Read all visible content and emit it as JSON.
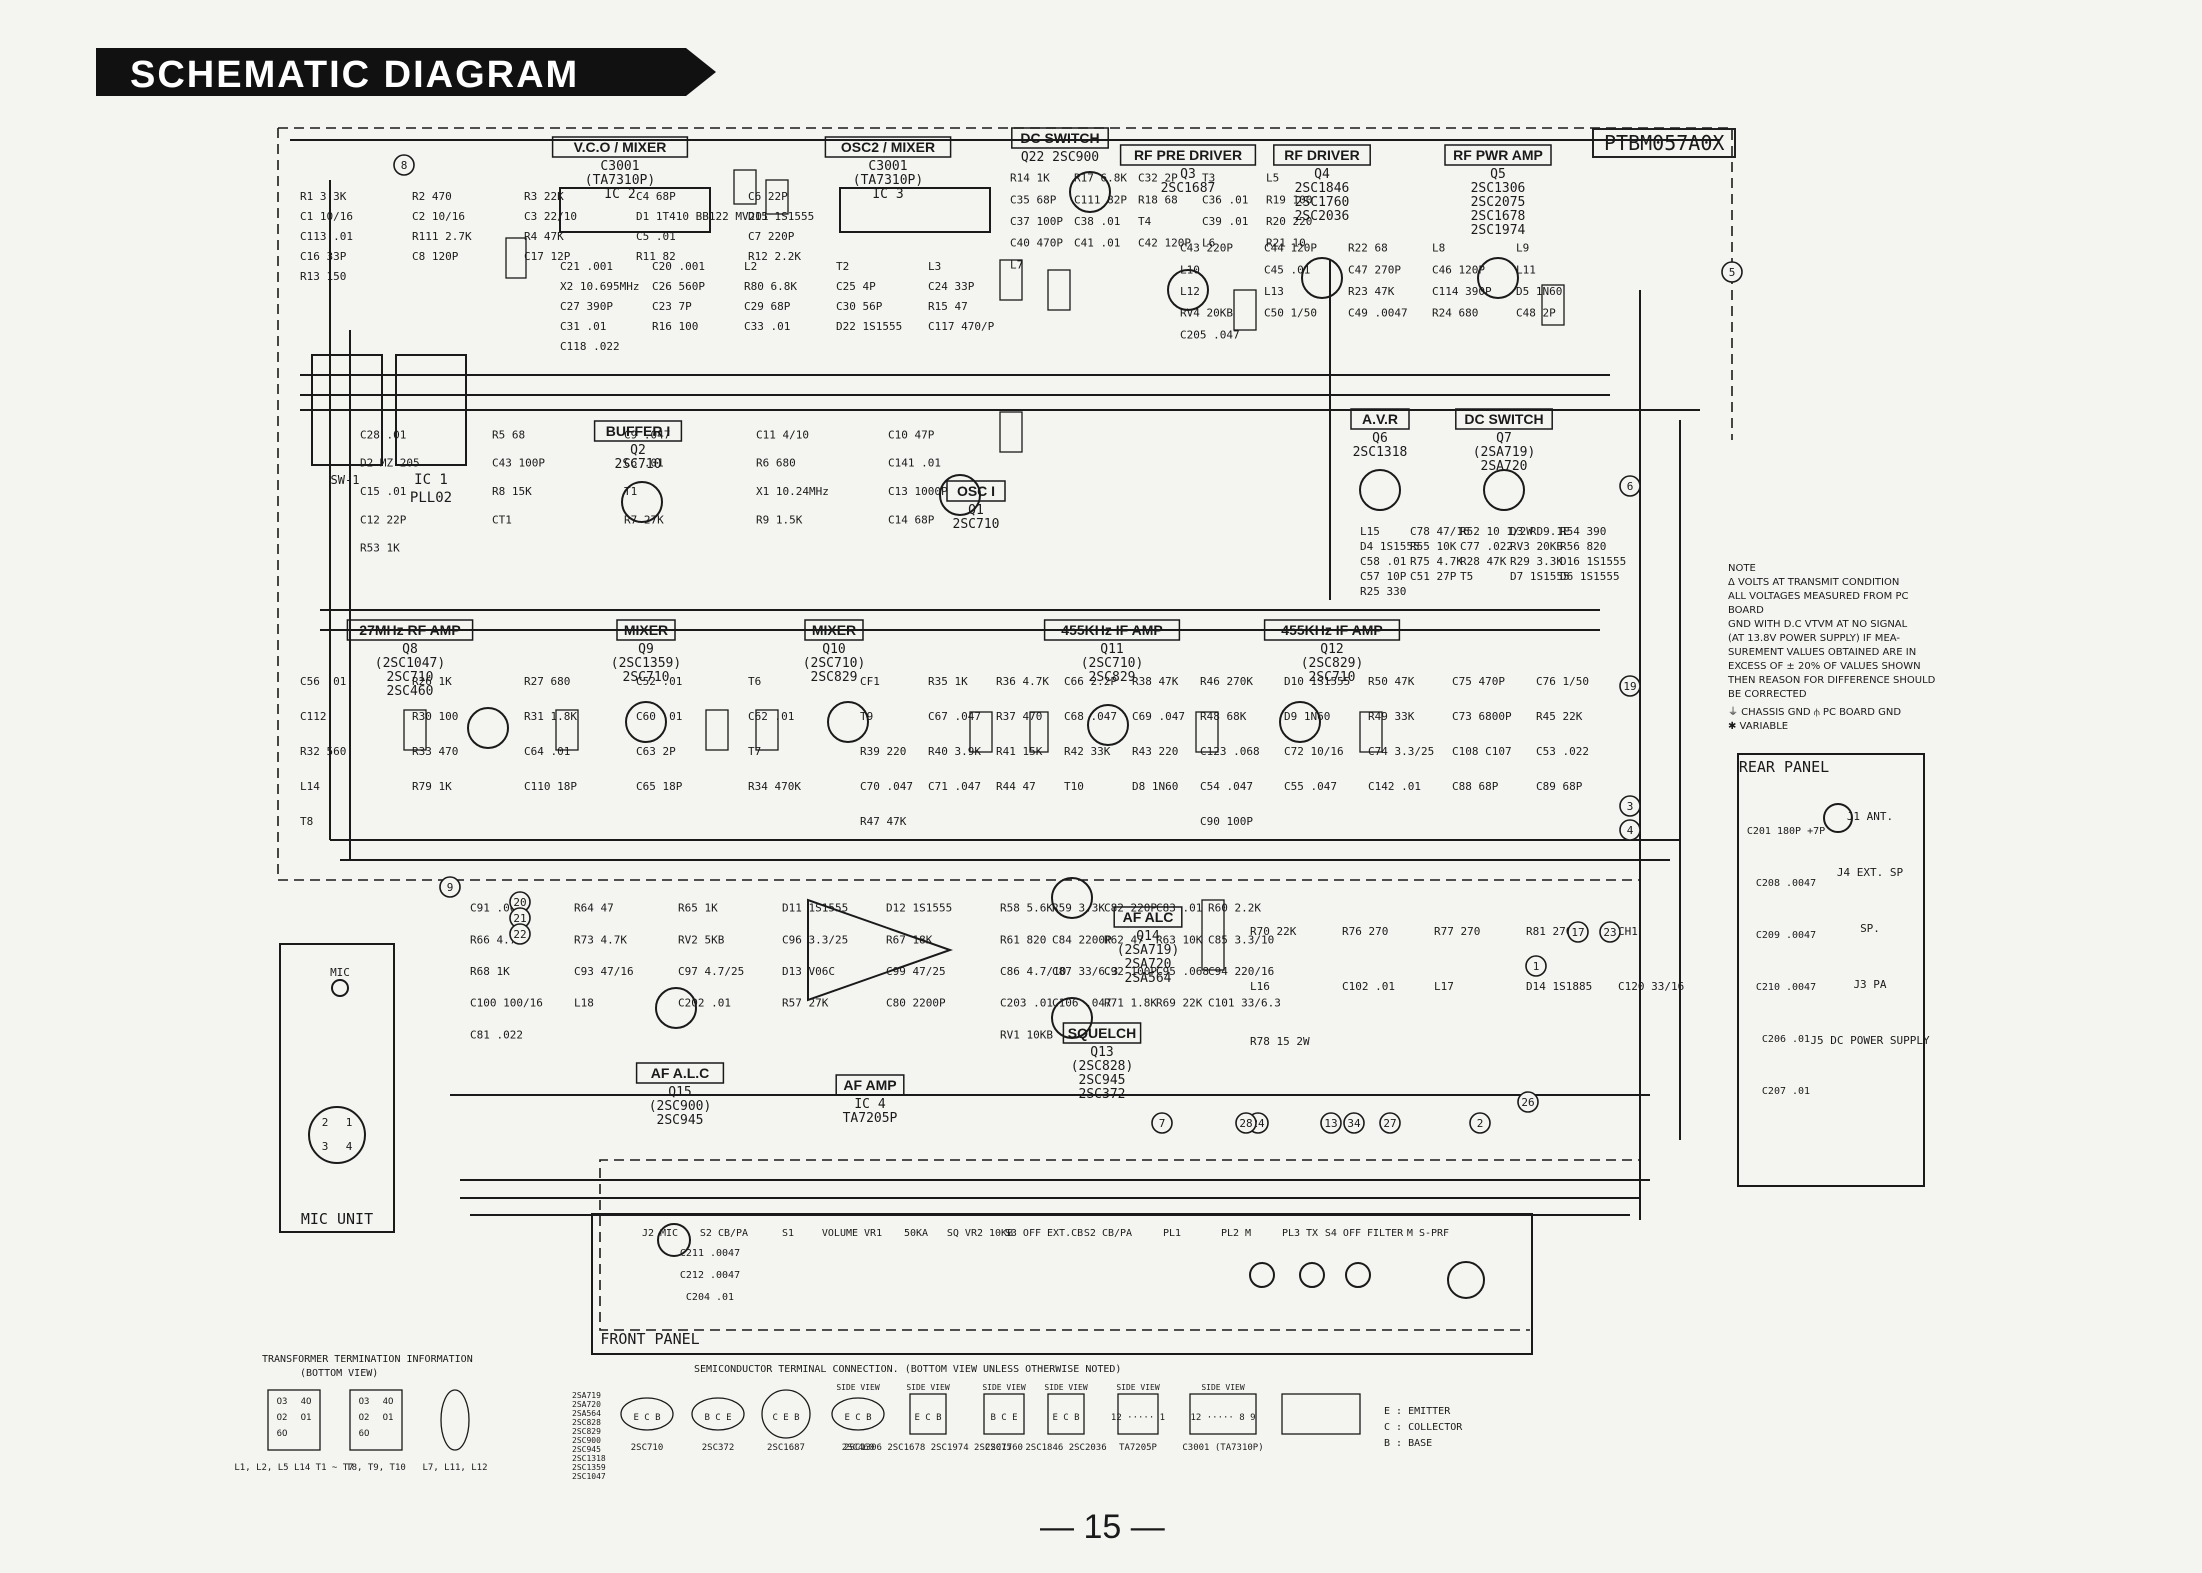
{
  "title": "SCHEMATIC DIAGRAM",
  "model": "PTBM057A0X",
  "page_number": "— 15 —",
  "blocks": [
    {
      "title": "V.C.O / MIXER",
      "parts": [
        "C3001",
        "(TA7310P)",
        "IC 2"
      ]
    },
    {
      "title": "OSC2 / MIXER",
      "parts": [
        "C3001",
        "(TA7310P)",
        "IC 3"
      ]
    },
    {
      "title": "DC SWITCH",
      "parts": [
        "Q22 2SC900"
      ]
    },
    {
      "title": "RF PRE DRIVER",
      "parts": [
        "Q3",
        "2SC1687"
      ]
    },
    {
      "title": "RF DRIVER",
      "parts": [
        "Q4",
        "2SC1846",
        "2SC1760",
        "2SC2036"
      ]
    },
    {
      "title": "RF PWR AMP",
      "parts": [
        "Q5",
        "2SC1306",
        "2SC2075",
        "2SC1678",
        "2SC1974"
      ]
    },
    {
      "title": "BUFFER I",
      "parts": [
        "Q2",
        "2SC710"
      ]
    },
    {
      "title": "OSC I",
      "parts": [
        "Q1",
        "2SC710"
      ]
    },
    {
      "title": "A.V.R",
      "parts": [
        "Q6",
        "2SC1318"
      ]
    },
    {
      "title": "DC SWITCH",
      "parts": [
        "Q7",
        "(2SA719)",
        "2SA720"
      ]
    },
    {
      "title": "27MHz RF AMP",
      "parts": [
        "Q8",
        "(2SC1047)",
        "2SC710",
        "2SC460"
      ]
    },
    {
      "title": "MIXER",
      "parts": [
        "Q9",
        "(2SC1359)",
        "2SC710"
      ]
    },
    {
      "title": "MIXER",
      "parts": [
        "Q10",
        "(2SC710)",
        "2SC829"
      ]
    },
    {
      "title": "455KHz IF AMP",
      "parts": [
        "Q11",
        "(2SC710)",
        "2SC829"
      ]
    },
    {
      "title": "455KHz IF AMP",
      "parts": [
        "Q12",
        "(2SC829)",
        "2SC710"
      ]
    },
    {
      "title": "AF ALC",
      "parts": [
        "Q14",
        "(2SA719)",
        "2SA720",
        "2SA564"
      ]
    },
    {
      "title": "AF A.L.C",
      "parts": [
        "Q15",
        "(2SC900)",
        "2SC945"
      ]
    },
    {
      "title": "AF AMP",
      "parts": [
        "IC 4",
        "TA7205P"
      ]
    },
    {
      "title": "SQUELCH",
      "parts": [
        "Q13",
        "(2SC828)",
        "2SC945",
        "2SC372"
      ]
    }
  ],
  "ic1": {
    "name": "IC 1",
    "part": "PLL02",
    "switch": "SW-1"
  },
  "note": {
    "heading": "NOTE",
    "lines": [
      "Δ VOLTS AT TRANSMIT CONDITION",
      "ALL VOLTAGES MEASURED FROM PC BOARD",
      "GND WITH D.C VTVM AT NO SIGNAL",
      "(AT 13.8V POWER SUPPLY) IF MEA-",
      "SUREMENT VALUES OBTAINED ARE IN",
      "EXCESS OF ± 20% OF VALUES SHOWN",
      "THEN REASON FOR DIFFERENCE SHOULD",
      "BE CORRECTED"
    ],
    "legend": [
      "⏚ CHASSIS GND   ⫛ PC BOARD GND",
      "✱ VARIABLE"
    ]
  },
  "panels": {
    "rear": {
      "title": "REAR PANEL",
      "items": [
        "J1 ANT.",
        "J4 EXT. SP",
        "SP.",
        "J3 PA",
        "J5 DC POWER SUPPLY"
      ],
      "caps": [
        "C201 180P +7P",
        "C208 .0047",
        "C209 .0047",
        "C210 .0047",
        "C206 .01",
        "C207 .01"
      ]
    },
    "front": {
      "title": "FRONT PANEL",
      "items": [
        "J2 MIC",
        "S2 CB/PA",
        "S1",
        "VOLUME VR1",
        "50KA",
        "SQ VR2 10KB",
        "S3 OFF EXT.CB",
        "S2 CB/PA",
        "PL1",
        "PL2 M",
        "PL3 TX",
        "S4 OFF FILTER",
        "M S-PRF"
      ],
      "caps": [
        "C211 .0047",
        "C212 .0047",
        "C204 .01"
      ]
    },
    "mic": {
      "title": "MIC UNIT",
      "label": "MIC",
      "pins": [
        "1",
        "2",
        "3",
        "4"
      ]
    }
  },
  "transformer_info": {
    "title": "TRANSFORMER TERMINATION INFORMATION",
    "subtitle": "(BOTTOM VIEW)",
    "groups": [
      {
        "pins": [
          "O3",
          "4O",
          "O2",
          "O1",
          "6O"
        ],
        "label": "L1, L2, L5 L14 T1 ~ T7"
      },
      {
        "pins": [
          "O3",
          "4O",
          "O2",
          "O1",
          "6O"
        ],
        "label": "T8, T9, T10"
      },
      {
        "label": "L7, L11, L12"
      }
    ]
  },
  "semiconductor": {
    "title": "SEMICONDUCTOR  TERMINAL  CONNECTION.  (BOTTOM  VIEW  UNLESS  OTHERWISE  NOTED)",
    "list": [
      "2SA719",
      "2SA720",
      "2SA564",
      "2SC828",
      "2SC829",
      "2SC900",
      "2SC945",
      "2SC1318",
      "2SC1359",
      "2SC1047"
    ],
    "packages": [
      {
        "pins": "E C B",
        "label": "2SC710"
      },
      {
        "pins": "B C E",
        "label": "2SC372"
      },
      {
        "pins": "C E B",
        "label": "2SC1687"
      },
      {
        "pins": "E C B",
        "label": "2SC460",
        "view": "SIDE VIEW"
      },
      {
        "pins": "E C B",
        "label": "2SC1306 2SC1678 2SC1974 2SC2075",
        "view": "SIDE VIEW"
      },
      {
        "pins": "B C E",
        "label": "2SC1760",
        "view": "SIDE VIEW"
      },
      {
        "pins": "E C B",
        "label": "2SC1846 2SC2036",
        "view": "SIDE VIEW"
      },
      {
        "pins": "12 ····· 1",
        "label": "TA7205P",
        "view": "SIDE VIEW"
      },
      {
        "pins": "12 ····· 8 9",
        "label": "C3001 (TA7310P)",
        "view": "SIDE VIEW"
      }
    ],
    "legend": [
      "E : EMITTER",
      "C : COLLECTOR",
      "B : BASE"
    ]
  },
  "components": [
    "R1 3.3K",
    "R2 470",
    "R3 22K",
    "C4 68P",
    "C6 22P",
    "C1 10/16",
    "C2 10/16",
    "C3 22/10",
    "D1 1T410 BB122 MV201",
    "D15 1S1555",
    "C113 .01",
    "R111 2.7K",
    "R4 47K",
    "C5 .01",
    "C7 220P",
    "C16 33P",
    "C8 120P",
    "C17 12P",
    "R11 82",
    "R12 2.2K",
    "R13 150",
    "C21 .001",
    "C20 .001",
    "L2",
    "T2",
    "L3",
    "X2 10.695MHz",
    "C26 560P",
    "R80 6.8K",
    "C25 4P",
    "C24 33P",
    "C27 390P",
    "C23 7P",
    "C29 68P",
    "C30 56P",
    "R15 47",
    "C31 .01",
    "R16 100",
    "C33 .01",
    "D22 1S1555",
    "C117 470/P",
    "C118 .022",
    "R14 1K",
    "R17 6.8K",
    "C32 2P",
    "T3",
    "L5",
    "C35 68P",
    "C111 82P",
    "R18 68",
    "C36 .01",
    "R19 100",
    "C37 100P",
    "C38 .01",
    "T4",
    "C39 .01",
    "R20 220",
    "C40 470P",
    "C41 .01",
    "C42 120P",
    "L6",
    "R21 10",
    "L7",
    "C43 220P",
    "C44 120P",
    "R22 68",
    "L8",
    "L9",
    "L10",
    "C45 .01",
    "C47 270P",
    "C46 120P",
    "L11",
    "L12",
    "L13",
    "R23 47K",
    "C114 390P",
    "D5 1N60",
    "RV4 20KB",
    "C50 1/50",
    "C49 .0047",
    "R24 680",
    "C48 2P",
    "C205 .047",
    "C28 .01",
    "R5 68",
    "C9 .047",
    "C11 4/10",
    "C10 47P",
    "D2 MZ 205",
    "C43 100P",
    "C6 .01",
    "R6 680",
    "C141 .01",
    "C15 .01",
    "R8 15K",
    "T1",
    "X1 10.24MHz",
    "C13 1000P",
    "C12 22P",
    "CT1",
    "R7 27K",
    "R9 1.5K",
    "C14 68P",
    "R53 1K",
    "L15",
    "C78 47/16",
    "R52 10 1/2W",
    "D3 RD9.1E",
    "R54 390",
    "D4 1S1555",
    "R55 10K",
    "C77 .022",
    "RV3 20KB",
    "R56 820",
    "C58 .01",
    "R75 4.7K",
    "R28 47K",
    "R29 3.3K",
    "D16 1S1555",
    "C57 10P",
    "C51 27P",
    "T5",
    "D7 1S1555",
    "D6 1S1555",
    "R25 330",
    "C56 .01",
    "R26 1K",
    "R27 680",
    "C52 .01",
    "T6",
    "C112",
    "R30 100",
    "R31 1.8K",
    "C60 .01",
    "C62 .01",
    "R32 560",
    "R33 470",
    "C64 .01",
    "C63 2P",
    "T7",
    "L14",
    "R79 1K",
    "C110 18P",
    "C65 18P",
    "R34 470K",
    "T8",
    "CF1",
    "R35 1K",
    "R36 4.7K",
    "C66 2.2P",
    "R38 47K",
    "T9",
    "C67 .047",
    "R37 470",
    "C68 .047",
    "C69 .047",
    "R39 220",
    "R40 3.9K",
    "R41 15K",
    "R42 33K",
    "R43 220",
    "C70 .047",
    "C71 .047",
    "R44 47",
    "T10",
    "D8 1N60",
    "R47 47K",
    "R46 270K",
    "D10 1S1555",
    "R50 47K",
    "C75 470P",
    "C76 1/50",
    "R48 68K",
    "D9 1N60",
    "R49 33K",
    "C73 6800P",
    "R45 22K",
    "C123 .068",
    "C72 10/16",
    "C74 3.3/25",
    "C108 C107",
    "C53 .022",
    "C54 .047",
    "C55 .047",
    "C142 .01",
    "C88 68P",
    "C89 68P",
    "C90 100P",
    "C91 .068",
    "R64 47",
    "R65 1K",
    "D11 1S1555",
    "D12 1S1555",
    "R66 4.7K",
    "R73 4.7K",
    "RV2 5KB",
    "C96 3.3/25",
    "R67 18K",
    "R68 1K",
    "C93 47/16",
    "C97 4.7/25",
    "D13 V06C",
    "C99 47/25",
    "C100 100/16",
    "L18",
    "C202 .01",
    "R57 27K",
    "C80 2200P",
    "C81 .022",
    "R58 5.6K",
    "R59 3.3K",
    "C82 220P",
    "C83 .01",
    "R60 2.2K",
    "R61 820",
    "C84 2200P",
    "R62 47",
    "R63 10K",
    "C85 3.3/10",
    "C86 4.7/10",
    "C87 33/6.3",
    "C92 100P",
    "C95 .068",
    "C94 220/16",
    "C203 .01",
    "C106 .047",
    "R71 1.8K",
    "R69 22K",
    "C101 33/6.3",
    "RV1 10KB",
    "R70 22K",
    "R76 270",
    "R77 270",
    "R81 270",
    "CH1",
    "L16",
    "C102 .01",
    "L17",
    "D14 1S1885",
    "C120 33/16",
    "R78 15 2W"
  ],
  "connectors": [
    "1",
    "2",
    "3",
    "4",
    "5",
    "6",
    "7",
    "8",
    "9",
    "13",
    "17",
    "19",
    "20",
    "21",
    "22",
    "23",
    "24",
    "26",
    "27",
    "28",
    "34"
  ]
}
